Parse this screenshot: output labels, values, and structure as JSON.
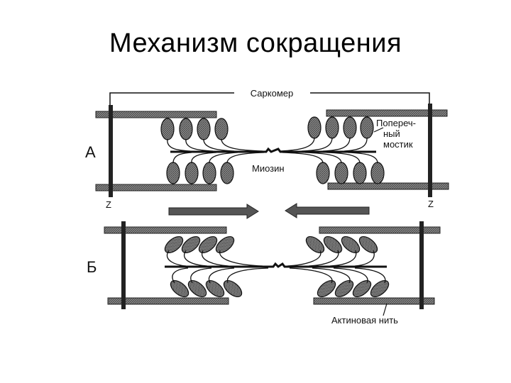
{
  "slide": {
    "title": "Механизм сокращения"
  },
  "diagram": {
    "labels": {
      "sarcomere": "Саркомер",
      "cross_bridge_line1": "Попереч-",
      "cross_bridge_line2": "ный",
      "cross_bridge_line3": "мостик",
      "myosin": "Миозин",
      "actin_filament": "Актиновая нить",
      "z_left": "Z",
      "z_right": "Z",
      "panel_a": "А",
      "panel_b": "Б"
    },
    "colors": {
      "filament": "#6b6b6b",
      "head": "#7a7a7a",
      "line": "#111111",
      "arrow": "#555555"
    }
  }
}
